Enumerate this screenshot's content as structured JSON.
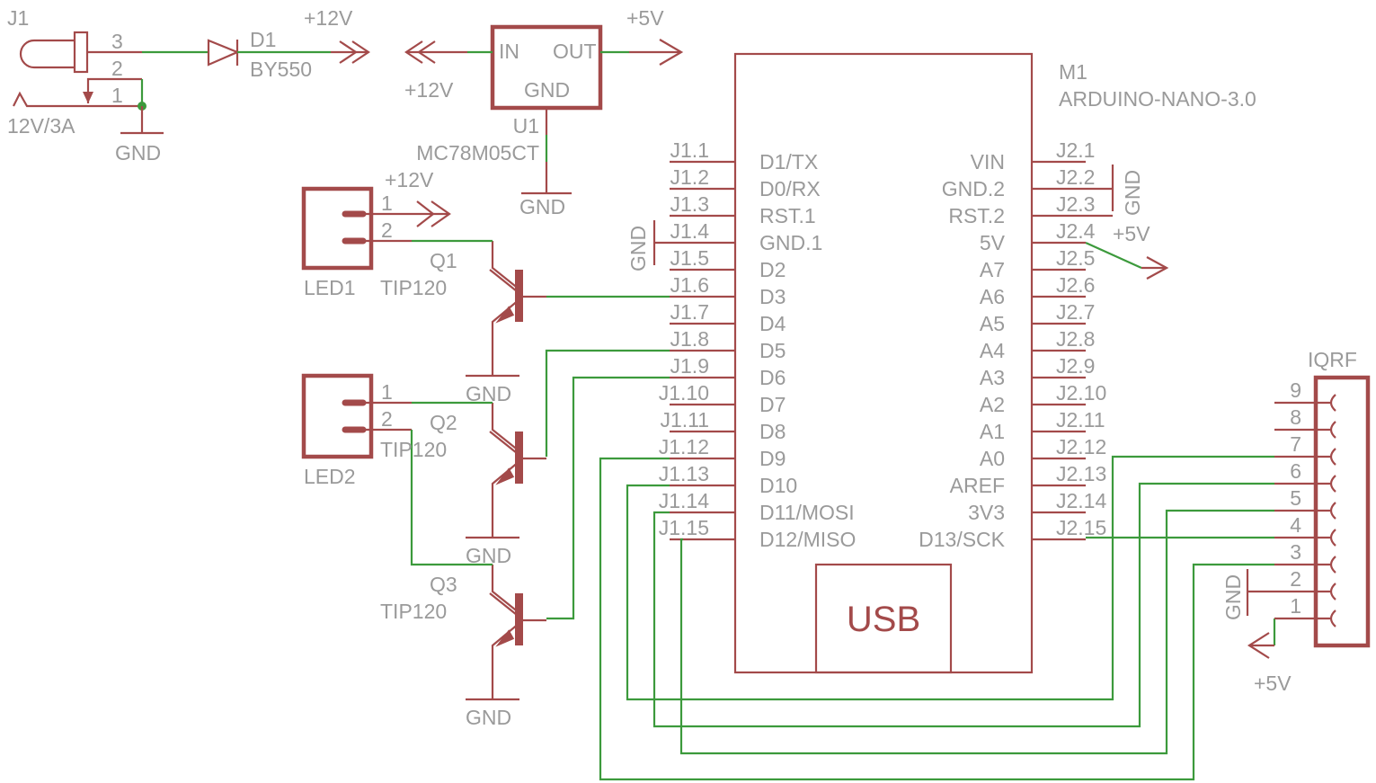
{
  "colors": {
    "part": "#a34a4a",
    "wire": "#3c9a3c",
    "label": "#9a9a9a"
  },
  "power": {
    "j1": {
      "name": "J1",
      "value": "12V/3A",
      "pins": [
        "3",
        "2",
        "1"
      ],
      "gnd": "GND"
    },
    "d1": {
      "name": "D1",
      "value": "BY550",
      "net": "+12V"
    },
    "u1": {
      "name": "U1",
      "value": "MC78M05CT",
      "in": "IN",
      "out": "OUT",
      "gnd": "GND",
      "in_net": "+12V",
      "out_net": "+5V",
      "gnd_net": "GND"
    }
  },
  "leds": [
    {
      "name": "LED1",
      "pin1": "1",
      "pin2": "2",
      "net": "+12V"
    },
    {
      "name": "LED2",
      "pin1": "1",
      "pin2": "2"
    }
  ],
  "transistors": [
    {
      "name": "Q1",
      "value": "TIP120",
      "gnd": "GND"
    },
    {
      "name": "Q2",
      "value": "TIP120",
      "gnd": "GND"
    },
    {
      "name": "Q3",
      "value": "TIP120",
      "gnd": "GND"
    }
  ],
  "arduino": {
    "name": "M1",
    "value": "ARDUINO-NANO-3.0",
    "usb": "USB",
    "left_pins": [
      "J1.1",
      "J1.2",
      "J1.3",
      "J1.4",
      "J1.5",
      "J1.6",
      "J1.7",
      "J1.8",
      "J1.9",
      "J1.10",
      "J1.11",
      "J1.12",
      "J1.13",
      "J1.14",
      "J1.15"
    ],
    "left_names": [
      "D1/TX",
      "D0/RX",
      "RST.1",
      "GND.1",
      "D2",
      "D3",
      "D4",
      "D5",
      "D6",
      "D7",
      "D8",
      "D9",
      "D10",
      "D11/MOSI",
      "D12/MISO"
    ],
    "right_pins": [
      "J2.1",
      "J2.2",
      "J2.3",
      "J2.4",
      "J2.5",
      "J2.6",
      "J2.7",
      "J2.8",
      "J2.9",
      "J2.10",
      "J2.11",
      "J2.12",
      "J2.13",
      "J2.14",
      "J2.15"
    ],
    "right_names": [
      "VIN",
      "GND.2",
      "RST.2",
      "5V",
      "A7",
      "A6",
      "A5",
      "A4",
      "A3",
      "A2",
      "A1",
      "A0",
      "AREF",
      "3V3",
      "D13/SCK"
    ],
    "left_gnd": "GND",
    "right_gnd": "GND",
    "vcc_net": "+5V"
  },
  "iqrf": {
    "name": "IQRF",
    "pins": [
      "9",
      "8",
      "7",
      "6",
      "5",
      "4",
      "3",
      "2",
      "1"
    ],
    "gnd": "GND",
    "vcc": "+5V"
  }
}
